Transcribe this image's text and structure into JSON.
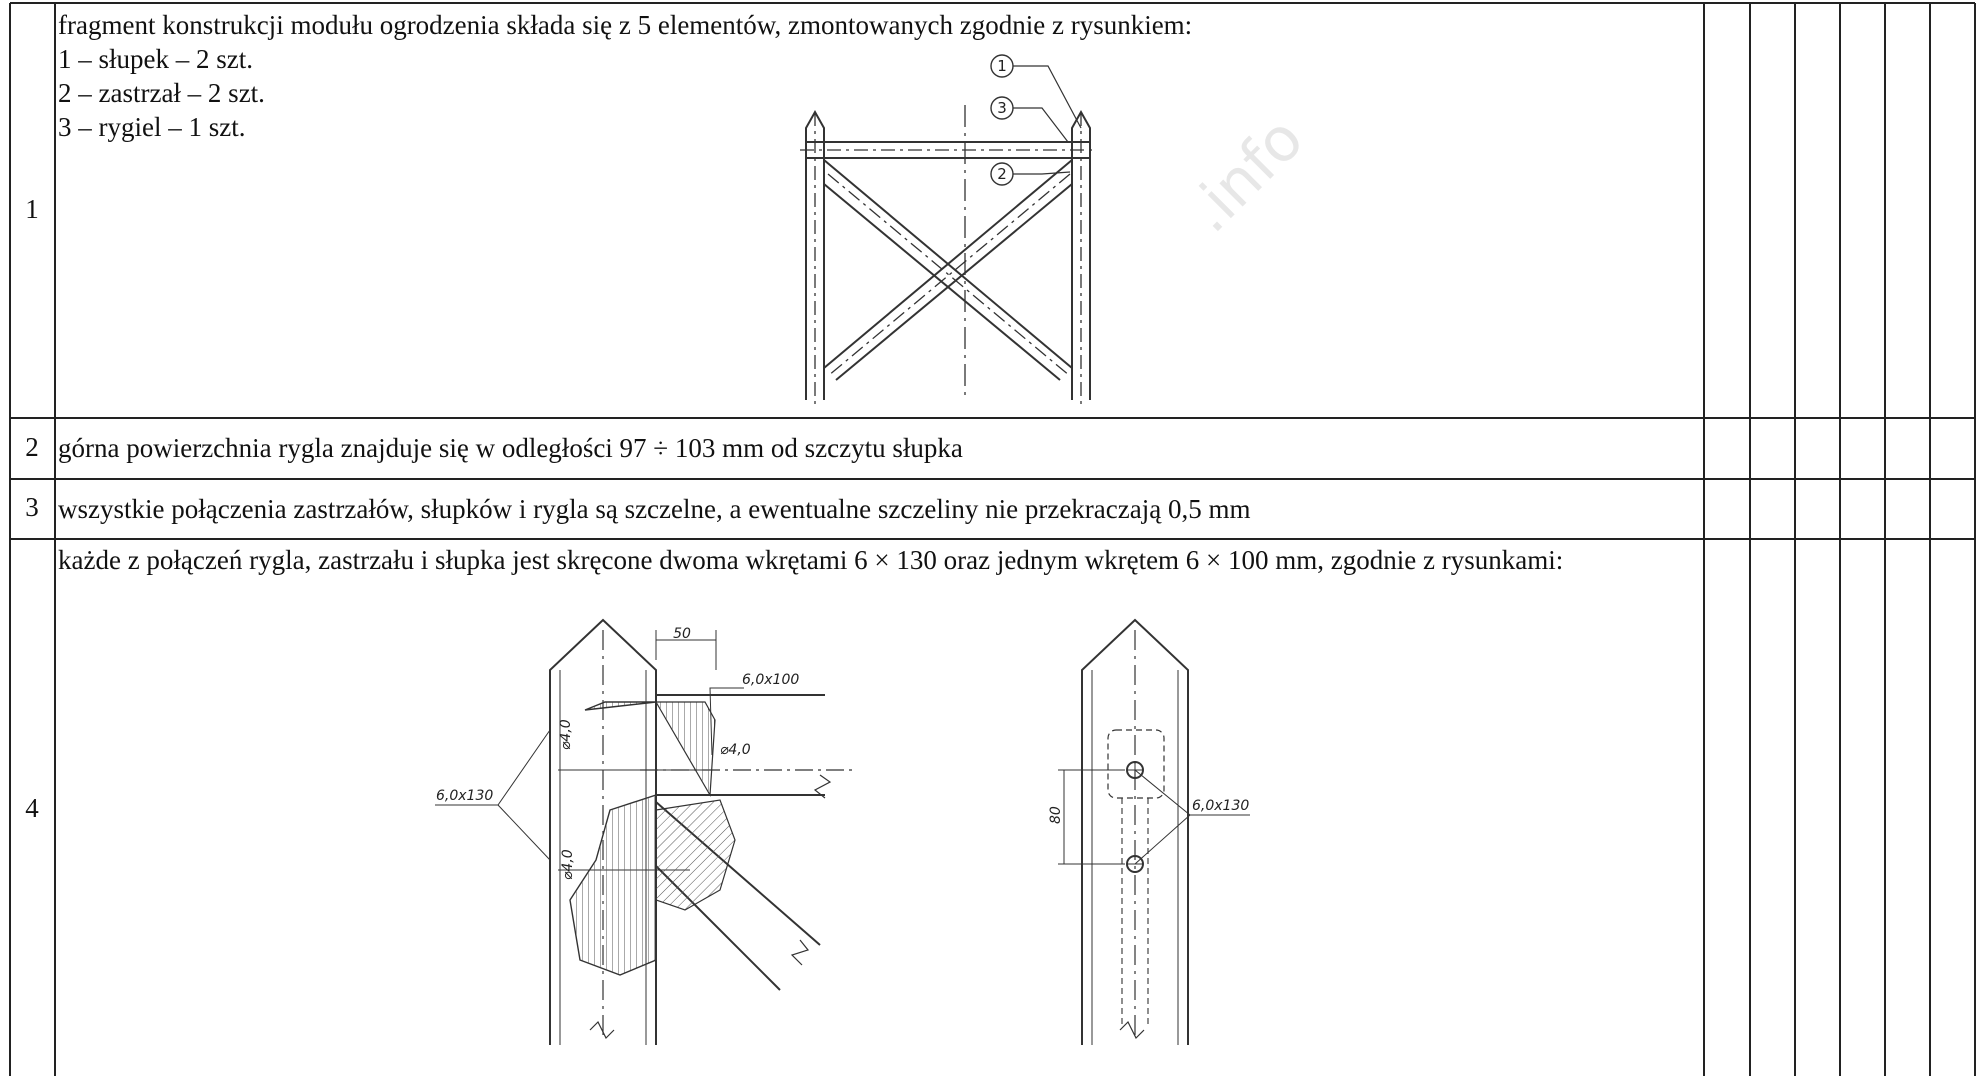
{
  "rows": [
    {
      "num": "1",
      "text": "fragment konstrukcji modułu ogrodzenia składa się z 5 elementów, zmontowanych zgodnie z rysunkiem:",
      "items": [
        "1 – słupek – 2 szt.",
        "2 – zastrzał – 2 szt.",
        "3 – rygiel – 1 szt."
      ]
    },
    {
      "num": "2",
      "text": "górna powierzchnia rygla znajduje się w odległości 97 ÷ 103 mm od szczytu słupka"
    },
    {
      "num": "3",
      "text": "wszystkie połączenia zastrzałów, słupków i rygla są szczelne, a ewentualne szczeliny nie przekraczają 0,5 mm"
    },
    {
      "num": "4",
      "text": "każde z połączeń rygla, zastrzału i słupka jest skręcone dwoma wkrętami 6 × 130 oraz jednym wkrętem 6 × 100 mm, zgodnie z rysunkami:"
    }
  ],
  "drawing1": {
    "balloons": [
      "1",
      "3",
      "2"
    ]
  },
  "drawing2": {
    "dim_top": "50",
    "screw_long": "6,0x100",
    "hole_top": "⌀4,0",
    "hole_right": "⌀4,0",
    "hole_bottom": "⌀4,0",
    "screw_label": "6,0x130"
  },
  "drawing3": {
    "dim_side": "80",
    "screw_label": "6,0x130"
  },
  "watermark": ".info"
}
